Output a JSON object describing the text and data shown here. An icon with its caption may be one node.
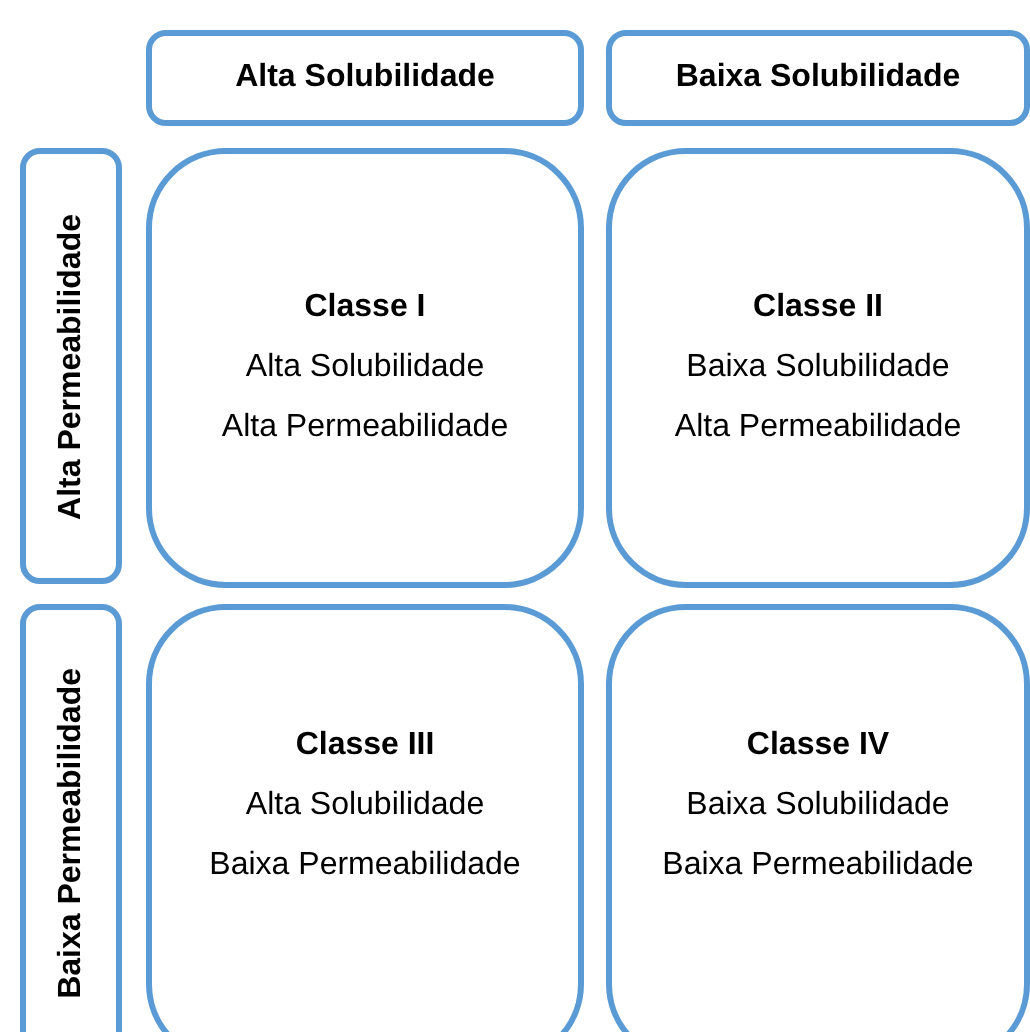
{
  "diagram": {
    "nodes": [
      {
        "text": [
          "Alta Solubilidade"
        ]
      },
      {
        "text": [
          "Baixa Solubilidade"
        ]
      },
      {
        "text": [
          "Alta Permeabilidade"
        ]
      },
      {
        "text": [
          "Classe I",
          "Alta Solubilidade",
          "Alta Permeabilidade"
        ]
      },
      {
        "text": [
          "Classe II",
          "Baixa Solubilidade",
          "Alta Permeabilidade"
        ]
      },
      {
        "text": [
          "Baixa Permeabilidade"
        ]
      },
      {
        "text": [
          "Classe III",
          "Alta Solubilidade",
          "Baixa Permeabilidade"
        ]
      },
      {
        "text": [
          "Classe IV",
          "Baixa Solubilidade",
          "Baixa Permeabilidade"
        ]
      }
    ]
  }
}
